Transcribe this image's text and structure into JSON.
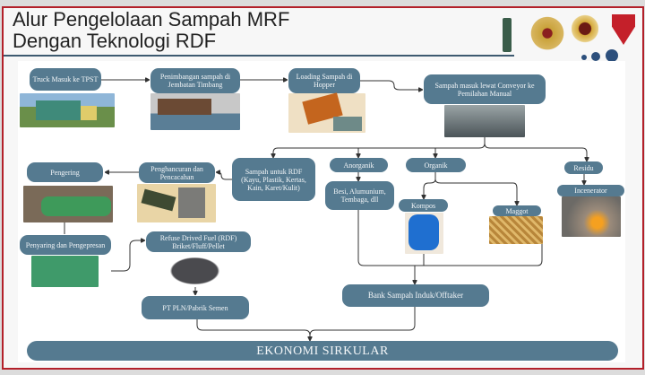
{
  "header": {
    "title_line1": "Alur Pengelolaan Sampah MRF",
    "title_line2": "Dengan Teknologi RDF"
  },
  "colors": {
    "node": "#557a90",
    "frame": "#b3202a",
    "accent": "#2c4f7c"
  },
  "nodes": {
    "truck": "Truck Masuk ke TPST",
    "timbang": "Penimbangan sampah di Jembatan Timbang",
    "hopper": "Loading Sampah di Hopper",
    "conveyor": "Sampah masuk lewat Conveyor ke Pemilahan Manual",
    "rdf_waste": "Sampah untuk RDF (Kayu, Plastik, Kertas, Kain, Karet/Kulit)",
    "penghancuran": "Penghancuran dan Pencacahan",
    "pengering": "Pengering",
    "penyaring": "Penyaring dan Pengepresan",
    "rdf": "Refuse Drived Fuel (RDF) Briket/Fluff/Pellet",
    "pln": "PT PLN/Pabrik Semen",
    "anorganik": "Anorganik",
    "organik": "Organik",
    "besi": "Besi, Alumunium, Tembaga, dll",
    "kompos": "Kompos",
    "maggot": "Maggot",
    "residu": "Residu",
    "incenerator": "Incenerator",
    "bank": "Bank Sampah Induk/Offtaker",
    "ekonomi": "EKONOMI SIRKULAR"
  }
}
